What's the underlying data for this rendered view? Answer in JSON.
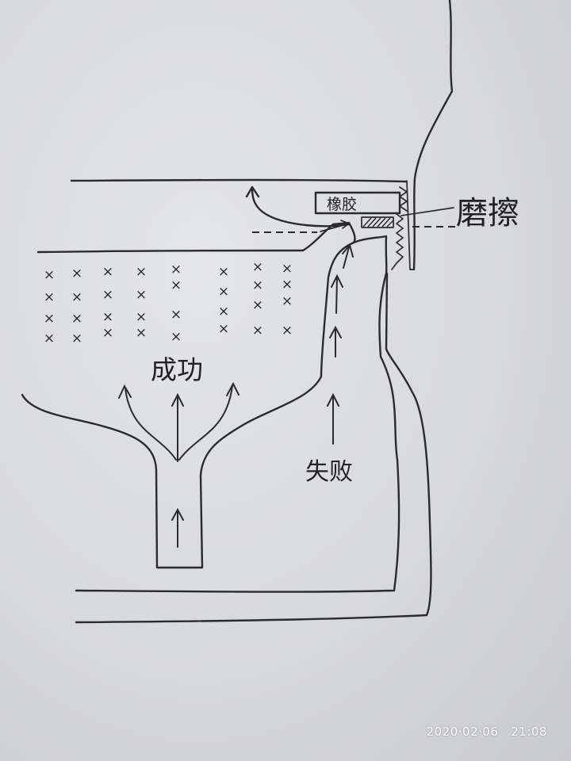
{
  "labels": {
    "rubber": "橡胶",
    "friction": "磨擦",
    "success": "成功",
    "failure": "失败"
  },
  "timestamp": "2020·02·06   21:08",
  "x_marks": "×",
  "colors": {
    "paper": "#dcdde0",
    "ink": "#2b2b2d",
    "timestamp": "#ffffff"
  }
}
